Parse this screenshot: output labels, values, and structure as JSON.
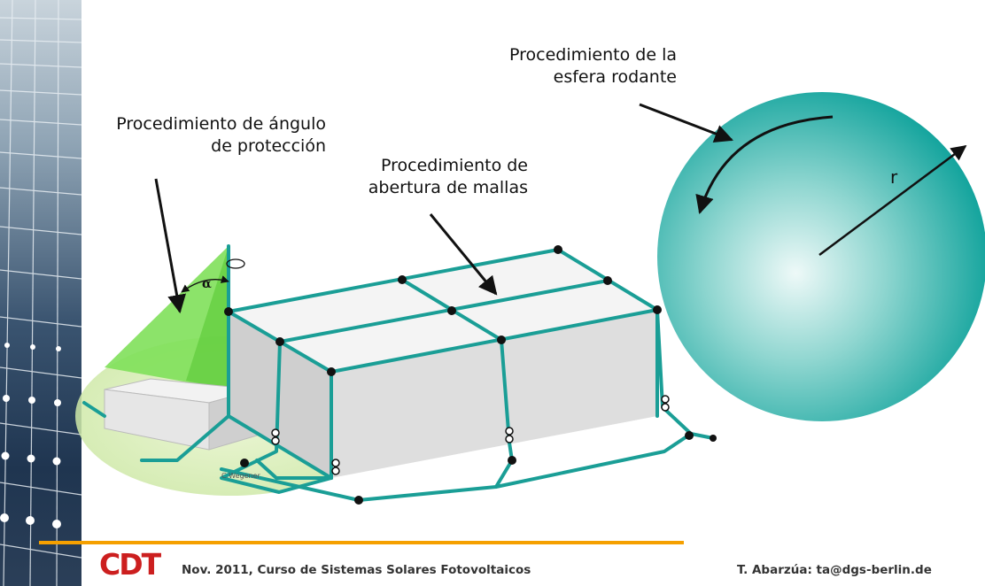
{
  "labels": {
    "angle_method_line1": "Procedimiento de ángulo",
    "angle_method_line2": "de protección",
    "mesh_method_line1": "Procedimiento de",
    "mesh_method_line2": "abertura de mallas",
    "sphere_method_line1": "Procedimiento de la",
    "sphere_method_line2": "esfera rodante",
    "alpha_symbol": "α",
    "radius_symbol": "r",
    "watermark": "C.Wegener"
  },
  "footer": {
    "left_text": "Nov. 2011, Curso de Sistemas Solares Fotovoltaicos",
    "right_text": "T. Abarzúa: ta@dgs-berlin.de",
    "logo_text": "CDT",
    "accent_color": "#f5a000",
    "logo_color": "#cc1f1f"
  },
  "colors": {
    "conductor": "#1a9e96",
    "sphere": "#1aa59f",
    "protection_zone": "#7fe05a",
    "building": "#dcdcdc"
  }
}
